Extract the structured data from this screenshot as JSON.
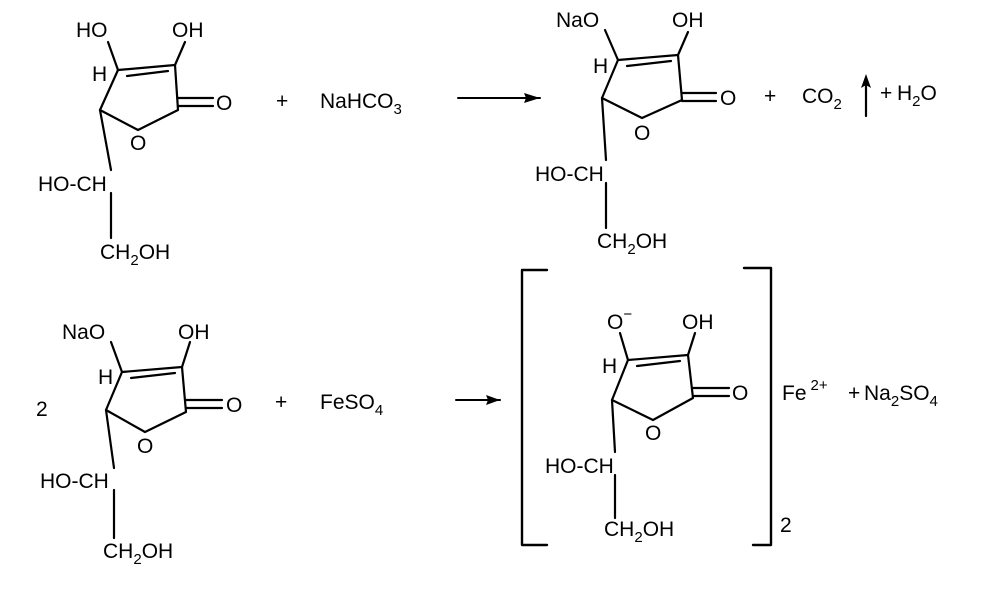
{
  "reaction1": {
    "reactant": {
      "oh_left": "HO",
      "oh_right": "OH",
      "h": "H",
      "carbonyl_o": "O",
      "ring_o": "O",
      "side_choh": "HO-CH",
      "side_ch2oh_a": "CH",
      "side_ch2oh_sub": "2",
      "side_ch2oh_b": "OH"
    },
    "plus1": "+",
    "reagent_a": "NaHCO",
    "reagent_sub": "3",
    "product": {
      "ona": "NaO",
      "oh": "OH",
      "h": "H",
      "carbonyl_o": "O",
      "ring_o": "O",
      "side_choh": "HO-CH",
      "side_ch2oh_a": "CH",
      "side_ch2oh_sub": "2",
      "side_ch2oh_b": "OH"
    },
    "plus2": "+",
    "co2_a": "CO",
    "co2_sub": "2",
    "plus3": "+",
    "h2o_a": "H",
    "h2o_sub": "2",
    "h2o_b": "O"
  },
  "reaction2": {
    "coefficient": "2",
    "reactant": {
      "ona": "NaO",
      "oh": "OH",
      "h": "H",
      "carbonyl_o": "O",
      "ring_o": "O",
      "side_choh": "HO-CH",
      "side_ch2oh_a": "CH",
      "side_ch2oh_sub": "2",
      "side_ch2oh_b": "OH"
    },
    "plus1": "+",
    "reagent_a": "FeSO",
    "reagent_sub": "4",
    "product": {
      "o_anion": "O",
      "o_charge": "−",
      "oh": "OH",
      "h": "H",
      "carbonyl_o": "O",
      "ring_o": "O",
      "side_choh": "HO-CH",
      "side_ch2oh_a": "CH",
      "side_ch2oh_sub": "2",
      "side_ch2oh_b": "OH"
    },
    "bracket_subscript": "2",
    "fe": "Fe",
    "fe_charge": "2+",
    "plus2": "+",
    "na2so4_a": "Na",
    "na2so4_sub1": "2",
    "na2so4_b": "SO",
    "na2so4_sub2": "4"
  }
}
